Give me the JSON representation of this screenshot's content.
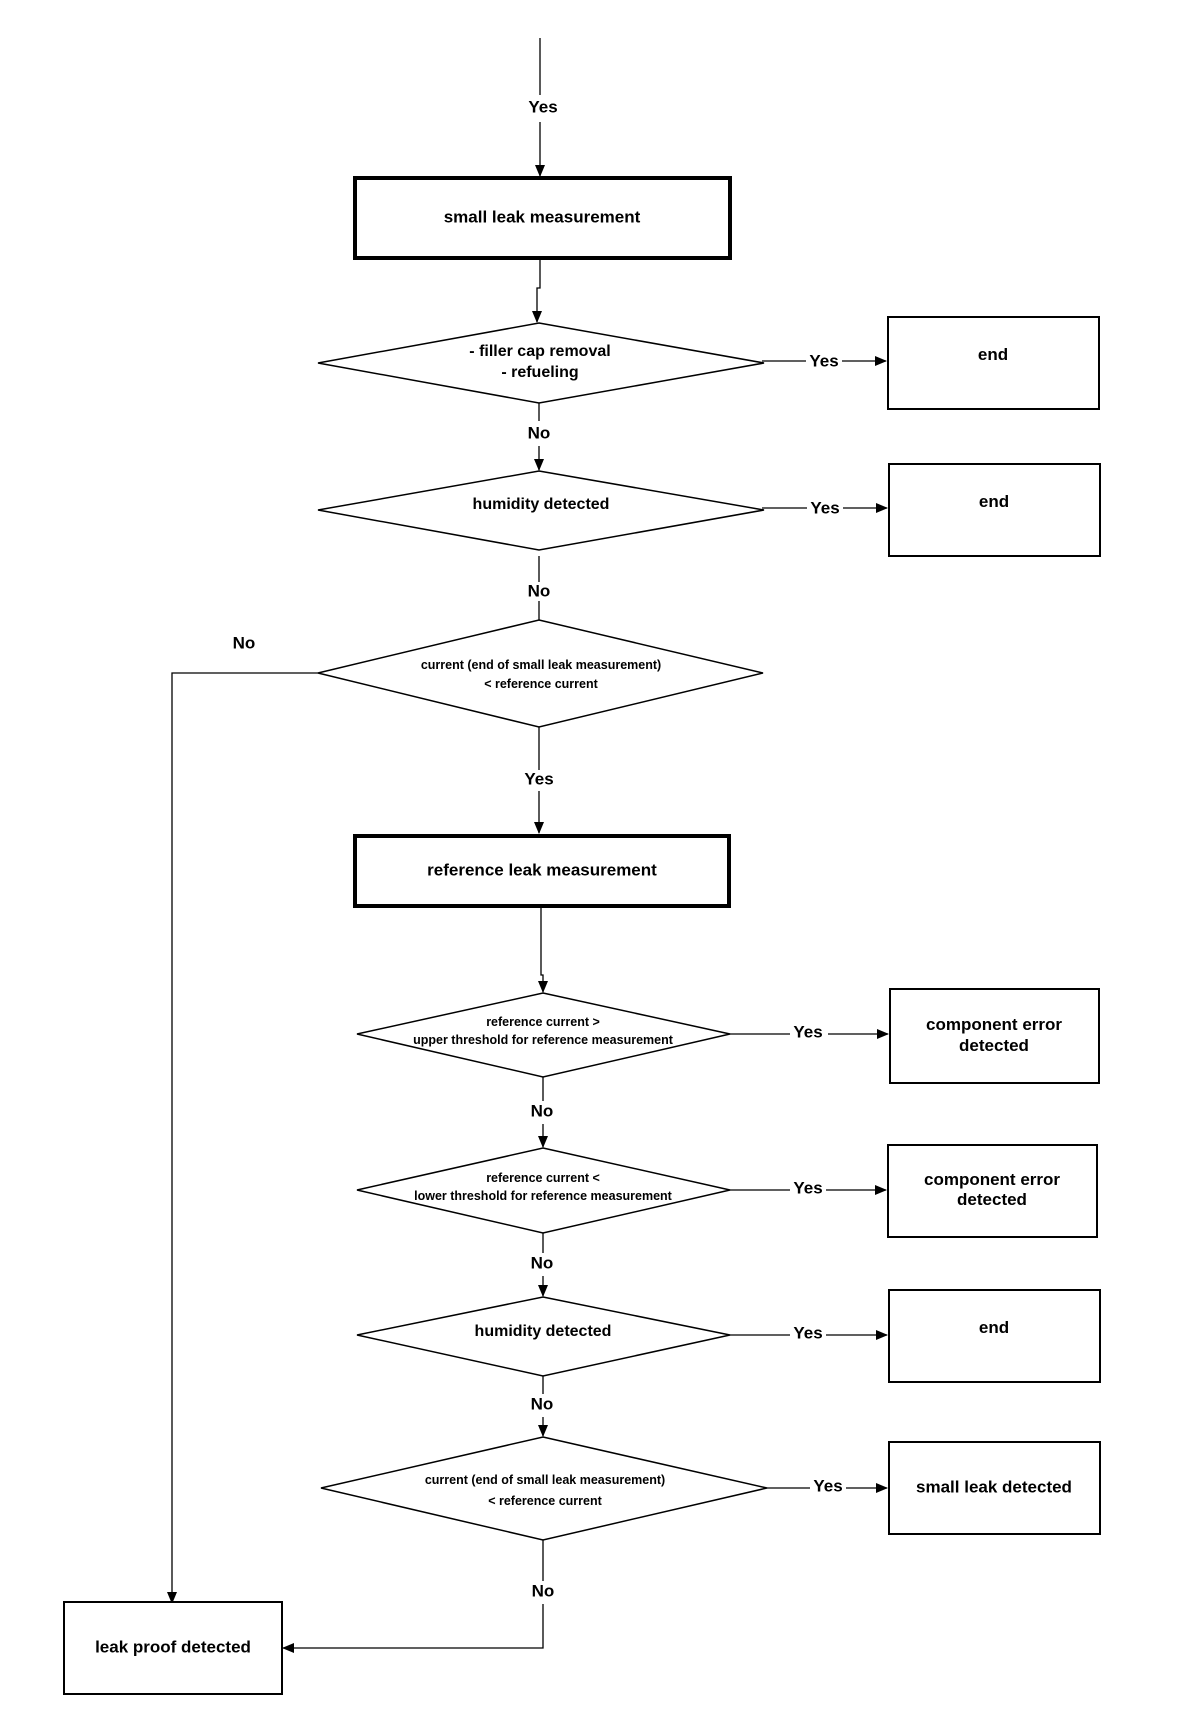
{
  "edge_labels": {
    "entry_yes": "Yes",
    "d1_yes": "Yes",
    "d1_no": "No",
    "d2_yes": "Yes",
    "d2_no": "No",
    "d3_no_left": "No",
    "d3_yes": "Yes",
    "d4_yes": "Yes",
    "d4_no": "No",
    "d5_yes": "Yes",
    "d5_no": "No",
    "d6_yes": "Yes",
    "d6_no": "No",
    "d7_yes": "Yes",
    "d7_no": "No"
  },
  "process": {
    "small_leak": "small leak measurement",
    "reference_leak": "reference leak measurement"
  },
  "decisions": {
    "d1": {
      "line1": "- filler cap removal",
      "line2": "- refueling"
    },
    "d2": {
      "line1": "humidity detected"
    },
    "d3": {
      "line1": "current (end of small leak measurement)",
      "line2": "<  reference current"
    },
    "d4": {
      "line1": "reference current  >",
      "line2": "upper threshold for reference measurement"
    },
    "d5": {
      "line1": "reference current  <",
      "line2": "lower threshold for reference measurement"
    },
    "d6": {
      "line1": "humidity detected"
    },
    "d7": {
      "line1": "current (end of small leak measurement)",
      "line2": "<  reference current"
    }
  },
  "terminals": {
    "t1": {
      "line1": "end"
    },
    "t2": {
      "line1": "end"
    },
    "t3": {
      "line1": "component error",
      "line2": "detected"
    },
    "t4": {
      "line1": "component error",
      "line2": "detected"
    },
    "t5": {
      "line1": "end"
    },
    "t6": {
      "line1": "small leak detected"
    },
    "t7": {
      "line1": "leak proof detected"
    }
  }
}
